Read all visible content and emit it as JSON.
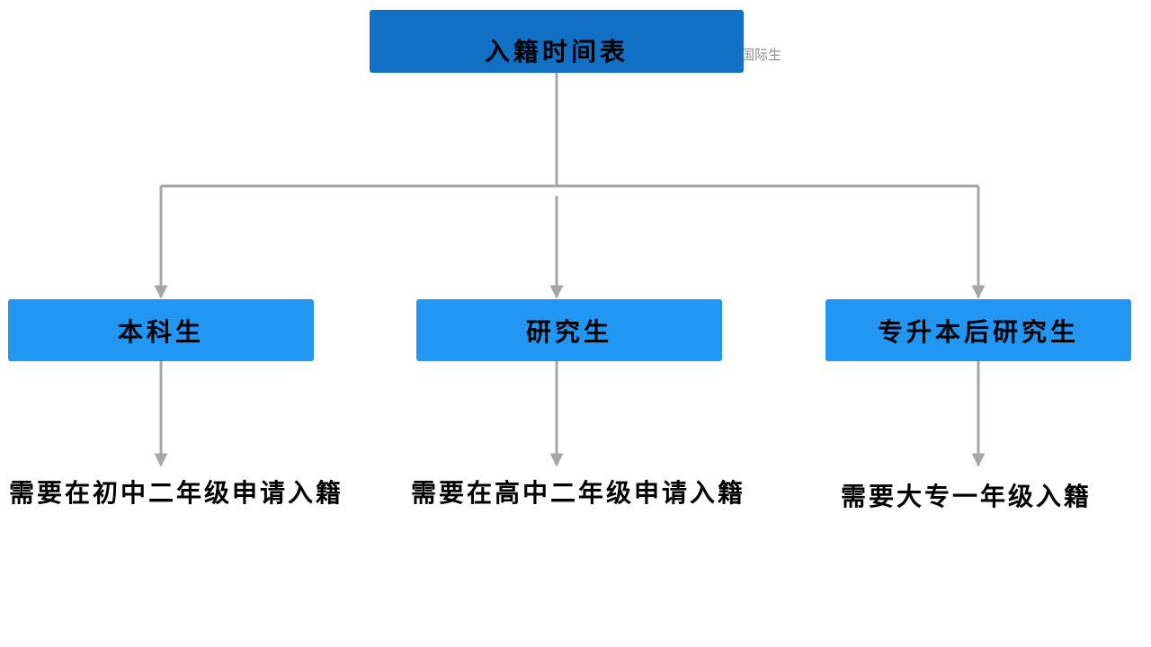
{
  "colors": {
    "root_fill": "#1170C4",
    "child_fill": "#2196F3",
    "connector": "#A6A6A6",
    "text": "#000000"
  },
  "root": {
    "label": "入籍时间表"
  },
  "watermark": {
    "text": "国际生"
  },
  "branches": [
    {
      "category": "本科生",
      "requirement": "需要在初中二年级申请入籍"
    },
    {
      "category": "研究生",
      "requirement": "需要在高中二年级申请入籍"
    },
    {
      "category": "专升本后研究生",
      "requirement": "需要大专一年级入籍"
    }
  ]
}
